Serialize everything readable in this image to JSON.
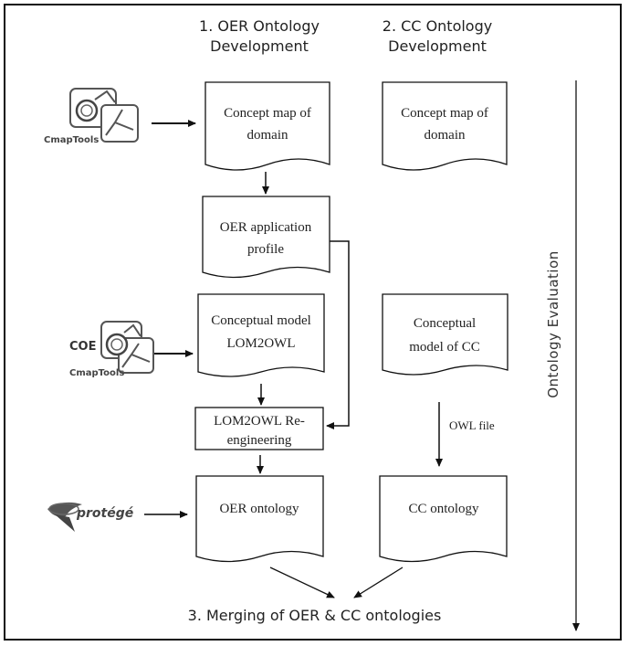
{
  "columns": {
    "col1_title_line1": "1. OER Ontology",
    "col1_title_line2": "Development",
    "col2_title_line1": "2. CC Ontology",
    "col2_title_line2": "Development"
  },
  "docs": {
    "oer_concept_map": [
      "Concept map of",
      "domain"
    ],
    "cc_concept_map": [
      "Concept map of",
      "domain"
    ],
    "oer_app_profile": [
      "OER application",
      "profile"
    ],
    "conceptual_lom2owl": [
      "Conceptual model",
      "LOM2OWL"
    ],
    "conceptual_cc": [
      "Conceptual",
      "model of CC"
    ],
    "lom2owl_reeng": [
      "LOM2OWL Re-",
      "engineering"
    ],
    "oer_ontology": [
      "OER ontology"
    ],
    "cc_ontology": [
      "CC ontology"
    ]
  },
  "labels": {
    "owl_file": "OWL file",
    "merge_title": "3. Merging of OER & CC ontologies",
    "evaluation": "Ontology Evaluation"
  },
  "logos": {
    "cmaptools_1": "CmapTools",
    "coe_prefix": "COE",
    "cmaptools_2": "CmapTools",
    "protege": "protégé"
  }
}
